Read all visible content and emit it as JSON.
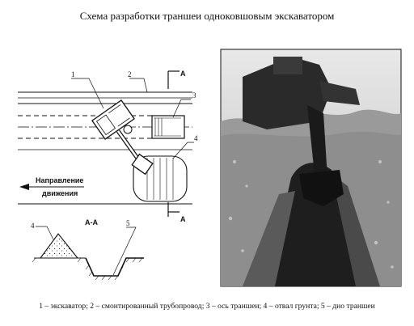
{
  "title": "Схема разработки траншеи одноковшовым экскаватором",
  "caption": "1 – экскаватор; 2 – смонтированный трубопровод; 3 – ось траншеи; 4 – отвал грунта; 5 – дно траншеи",
  "plan": {
    "callouts": [
      "1",
      "2",
      "3",
      "4"
    ],
    "section_marker": "А",
    "direction_line1": "Направление",
    "direction_line2": "движения"
  },
  "section": {
    "title": "А-А",
    "callouts": [
      "4",
      "5"
    ]
  }
}
